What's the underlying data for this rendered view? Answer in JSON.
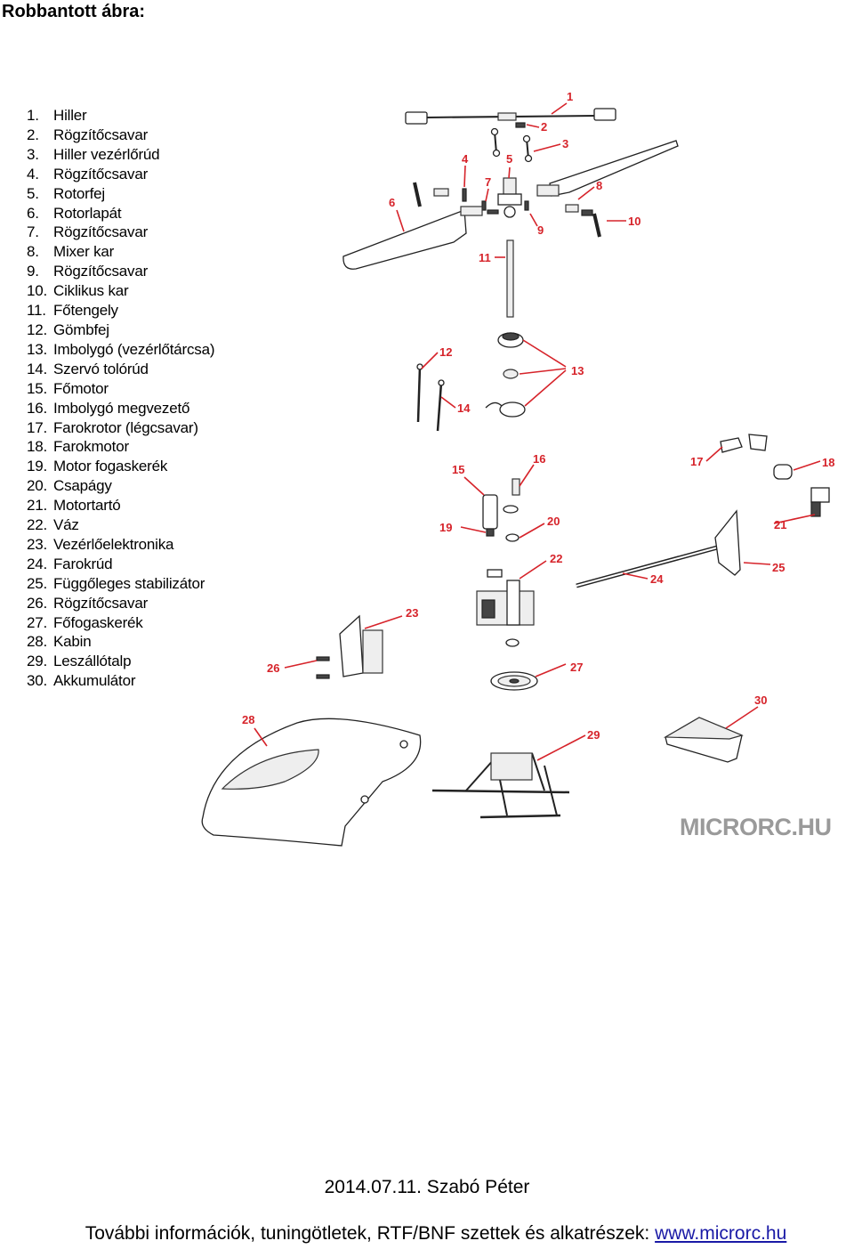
{
  "page": {
    "title": "Robbantott ábra:"
  },
  "parts": [
    {
      "num": "1.",
      "name": "Hiller"
    },
    {
      "num": "2.",
      "name": "Rögzítőcsavar"
    },
    {
      "num": "3.",
      "name": "Hiller vezérlőrúd"
    },
    {
      "num": "4.",
      "name": "Rögzítőcsavar"
    },
    {
      "num": "5.",
      "name": "Rotorfej"
    },
    {
      "num": "6.",
      "name": "Rotorlapát"
    },
    {
      "num": "7.",
      "name": "Rögzítőcsavar"
    },
    {
      "num": "8.",
      "name": "Mixer kar"
    },
    {
      "num": "9.",
      "name": "Rögzítőcsavar"
    },
    {
      "num": "10.",
      "name": "Ciklikus kar"
    },
    {
      "num": "11.",
      "name": "Főtengely"
    },
    {
      "num": "12.",
      "name": "Gömbfej"
    },
    {
      "num": "13.",
      "name": "Imbolygó (vezérlőtárcsa)"
    },
    {
      "num": "14.",
      "name": "Szervó tolórúd"
    },
    {
      "num": "15.",
      "name": "Főmotor"
    },
    {
      "num": "16.",
      "name": "Imbolygó megvezető"
    },
    {
      "num": "17.",
      "name": "Farokrotor (légcsavar)"
    },
    {
      "num": "18.",
      "name": "Farokmotor"
    },
    {
      "num": "19.",
      "name": "Motor fogaskerék"
    },
    {
      "num": "20.",
      "name": "Csapágy"
    },
    {
      "num": "21.",
      "name": "Motortartó"
    },
    {
      "num": "22.",
      "name": "Váz"
    },
    {
      "num": "23.",
      "name": "Vezérlőelektronika"
    },
    {
      "num": "24.",
      "name": "Farokrúd"
    },
    {
      "num": "25.",
      "name": "Függőleges stabilizátor"
    },
    {
      "num": "26.",
      "name": "Rögzítőcsavar"
    },
    {
      "num": "27.",
      "name": "Főfogaskerék"
    },
    {
      "num": "28.",
      "name": "Kabin"
    },
    {
      "num": "29.",
      "name": "Leszállótalp"
    },
    {
      "num": "30.",
      "name": "Akkumulátor"
    }
  ],
  "callouts": [
    "1",
    "2",
    "3",
    "4",
    "5",
    "6",
    "7",
    "8",
    "9",
    "10",
    "11",
    "12",
    "13",
    "14",
    "15",
    "16",
    "17",
    "18",
    "19",
    "20",
    "21",
    "22",
    "23",
    "24",
    "25",
    "26",
    "27",
    "28",
    "29",
    "30"
  ],
  "colors": {
    "callout": "#d6232a",
    "watermark": "#9a9a9a",
    "link": "#1a1aa6"
  },
  "watermark": "MICRORC.HU",
  "footer": {
    "date_author": "2014.07.11. Szabó Péter",
    "info_text": "További információk, tuningötletek, RTF/BNF szettek és alkatrészek: ",
    "link_text": "www.microrc.hu"
  }
}
